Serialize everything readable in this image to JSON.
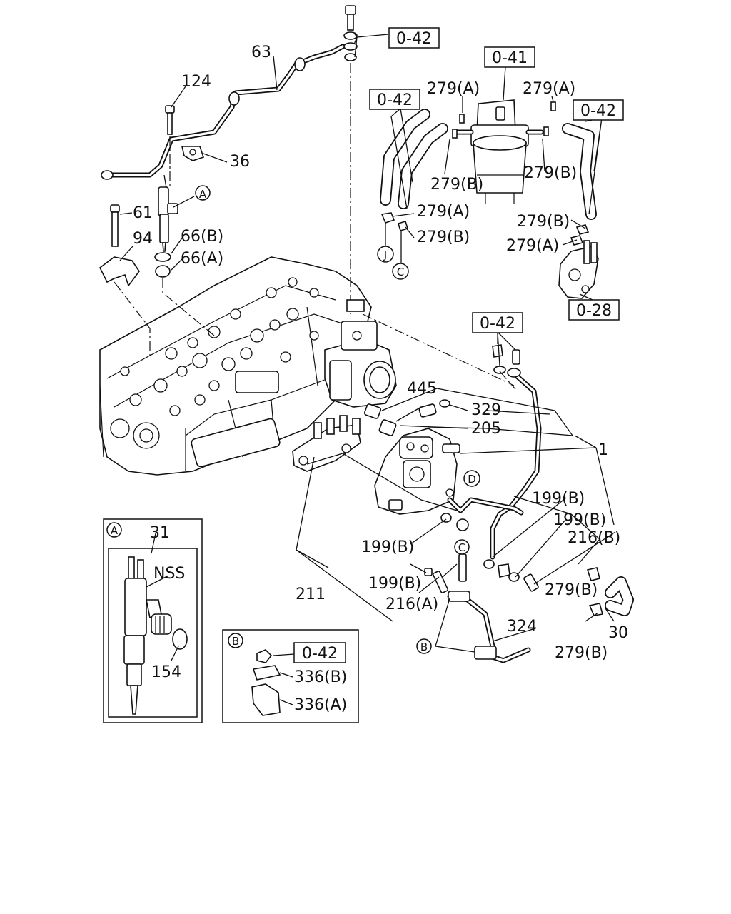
{
  "callouts": {
    "l63": "63",
    "l124": "124",
    "l36": "36",
    "l61": "61",
    "l94": "94",
    "l66b": "66(B)",
    "l66a": "66(A)",
    "l279a_1": "279(A)",
    "l279a_2": "279(A)",
    "l279a_3": "279(A)",
    "l279a_4": "279(A)",
    "l279b_1": "279(B)",
    "l279b_2": "279(B)",
    "l279b_3": "279(B)",
    "l279b_4": "279(B)",
    "l279b_5": "279(B)",
    "l279b_6": "279(B)",
    "l445": "445",
    "l329": "329",
    "l205": "205",
    "l1": "1",
    "l199b_1": "199(B)",
    "l199b_2": "199(B)",
    "l199b_3": "199(B)",
    "l199b_4": "199(B)",
    "l216b": "216(B)",
    "l216a": "216(A)",
    "l211": "211",
    "l324": "324",
    "l30": "30",
    "l31": "31",
    "lnss": "NSS",
    "l154": "154",
    "l336b": "336(B)",
    "l336a": "336(A)"
  },
  "references": {
    "r042_top": "0-42",
    "r041": "0-41",
    "r042_left": "0-42",
    "r042_right": "0-42",
    "r028": "0-28",
    "r042_mid": "0-42",
    "r042_inset": "0-42"
  },
  "markers": {
    "a_main": "A",
    "j": "J",
    "c_filter": "C",
    "d": "D",
    "c_lower": "C",
    "b_lower": "B",
    "a_inset": "A",
    "b_inset": "B"
  }
}
